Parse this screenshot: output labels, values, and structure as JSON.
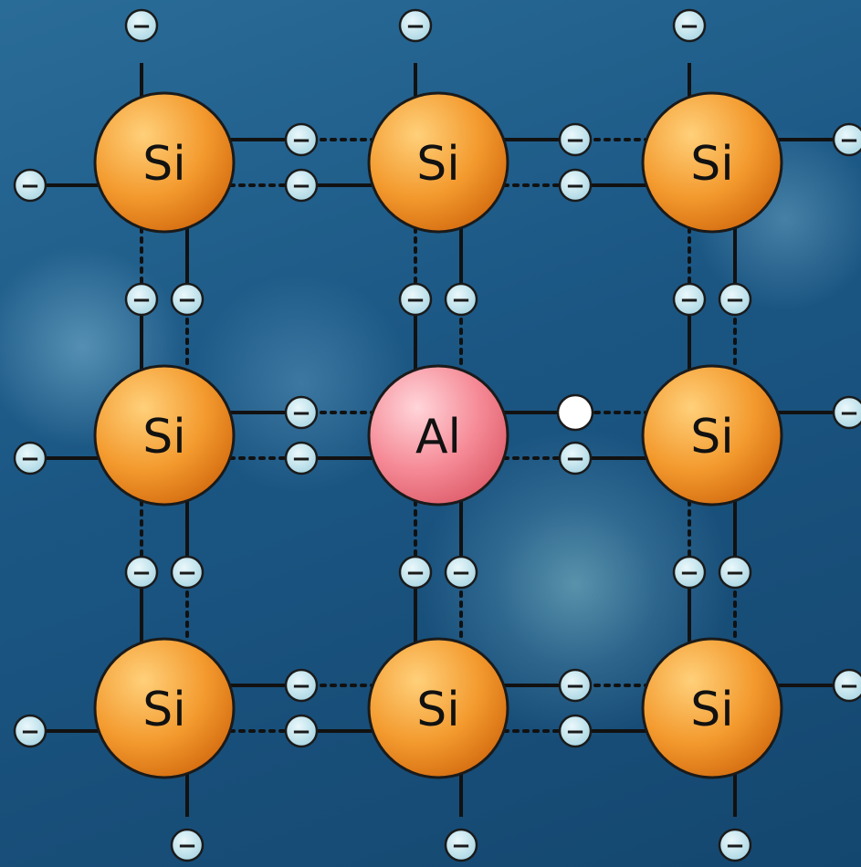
{
  "lattice": {
    "columns": [
      180,
      480,
      780
    ],
    "rows": [
      178,
      477,
      776
    ],
    "atoms": [
      {
        "row": 0,
        "col": 0,
        "element": "Si"
      },
      {
        "row": 0,
        "col": 1,
        "element": "Si"
      },
      {
        "row": 0,
        "col": 2,
        "element": "Si"
      },
      {
        "row": 1,
        "col": 0,
        "element": "Si"
      },
      {
        "row": 1,
        "col": 1,
        "element": "Al"
      },
      {
        "row": 1,
        "col": 2,
        "element": "Si"
      },
      {
        "row": 2,
        "col": 0,
        "element": "Si"
      },
      {
        "row": 2,
        "col": 1,
        "element": "Si"
      },
      {
        "row": 2,
        "col": 2,
        "element": "Si"
      }
    ],
    "hole": {
      "between": [
        [
          1,
          1
        ],
        [
          1,
          2
        ]
      ],
      "position": "upper-bond"
    },
    "electron_symbol": "−"
  },
  "colors": {
    "silicon": "#f39a2e",
    "aluminum": "#f58a96",
    "electron": "#c4e6ef",
    "hole": "#ffffff",
    "bond": "#111111"
  }
}
